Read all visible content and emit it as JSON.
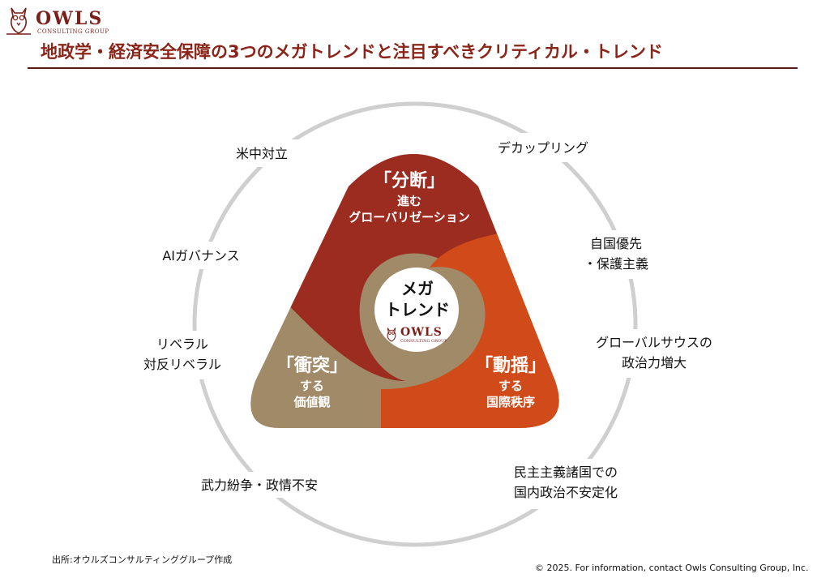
{
  "logo": {
    "name": "OWLS",
    "sub": "CONSULTING GROUP"
  },
  "title": "地政学・経済安全保障の3つのメガトレンドと注目すべきクリティカル・トレンド",
  "center": {
    "line1": "メガ",
    "line2": "トレンド",
    "logo_name": "OWLS",
    "logo_sub": "CONSULTING GROUP"
  },
  "megatrends": [
    {
      "head": "「分断」",
      "line2": "進む",
      "line3": "グローバリゼーション",
      "color": "#9b2c1f"
    },
    {
      "head": "「動揺」",
      "line2": "する",
      "line3": "国際秩序",
      "color": "#d14b1a"
    },
    {
      "head": "「衝突」",
      "line2": "する",
      "line3": "価値観",
      "color": "#a08a68"
    }
  ],
  "trends": [
    {
      "line1": "米中対立",
      "line2": ""
    },
    {
      "line1": "デカップリング",
      "line2": ""
    },
    {
      "line1": "AIガバナンス",
      "line2": ""
    },
    {
      "line1": "自国優先",
      "line2": "・保護主義"
    },
    {
      "line1": "リベラル",
      "line2": "対反リベラル"
    },
    {
      "line1": "グローバルサウスの",
      "line2": "政治力増大"
    },
    {
      "line1": "武力紛争・政情不安",
      "line2": ""
    },
    {
      "line1": "民主主義諸国での",
      "line2": "国内政治不安定化"
    }
  ],
  "footer": {
    "source": "出所:オウルズコンサルティンググループ作成",
    "copyright": "© 2025. For information, contact Owls Consulting Group, Inc."
  },
  "colors": {
    "title": "#8a2418",
    "ring": "#cfcfcf"
  }
}
